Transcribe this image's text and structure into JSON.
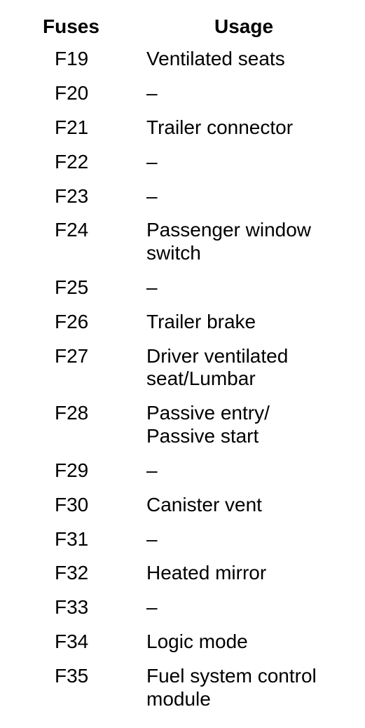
{
  "header": {
    "fuses": "Fuses",
    "usage": "Usage"
  },
  "rows": [
    {
      "fuse": "F19",
      "usage": "Ventilated seats"
    },
    {
      "fuse": "F20",
      "usage": "–"
    },
    {
      "fuse": "F21",
      "usage": "Trailer connector"
    },
    {
      "fuse": "F22",
      "usage": "–"
    },
    {
      "fuse": "F23",
      "usage": "–"
    },
    {
      "fuse": "F24",
      "usage": "Passenger window\nswitch"
    },
    {
      "fuse": "F25",
      "usage": "–"
    },
    {
      "fuse": "F26",
      "usage": "Trailer brake"
    },
    {
      "fuse": "F27",
      "usage": "Driver ventilated\nseat/Lumbar"
    },
    {
      "fuse": "F28",
      "usage": "Passive entry/\nPassive start"
    },
    {
      "fuse": "F29",
      "usage": "–"
    },
    {
      "fuse": "F30",
      "usage": "Canister vent"
    },
    {
      "fuse": "F31",
      "usage": "–"
    },
    {
      "fuse": "F32",
      "usage": "Heated mirror"
    },
    {
      "fuse": "F33",
      "usage": "–"
    },
    {
      "fuse": "F34",
      "usage": "Logic mode"
    },
    {
      "fuse": "F35",
      "usage": "Fuel system control\nmodule"
    }
  ]
}
